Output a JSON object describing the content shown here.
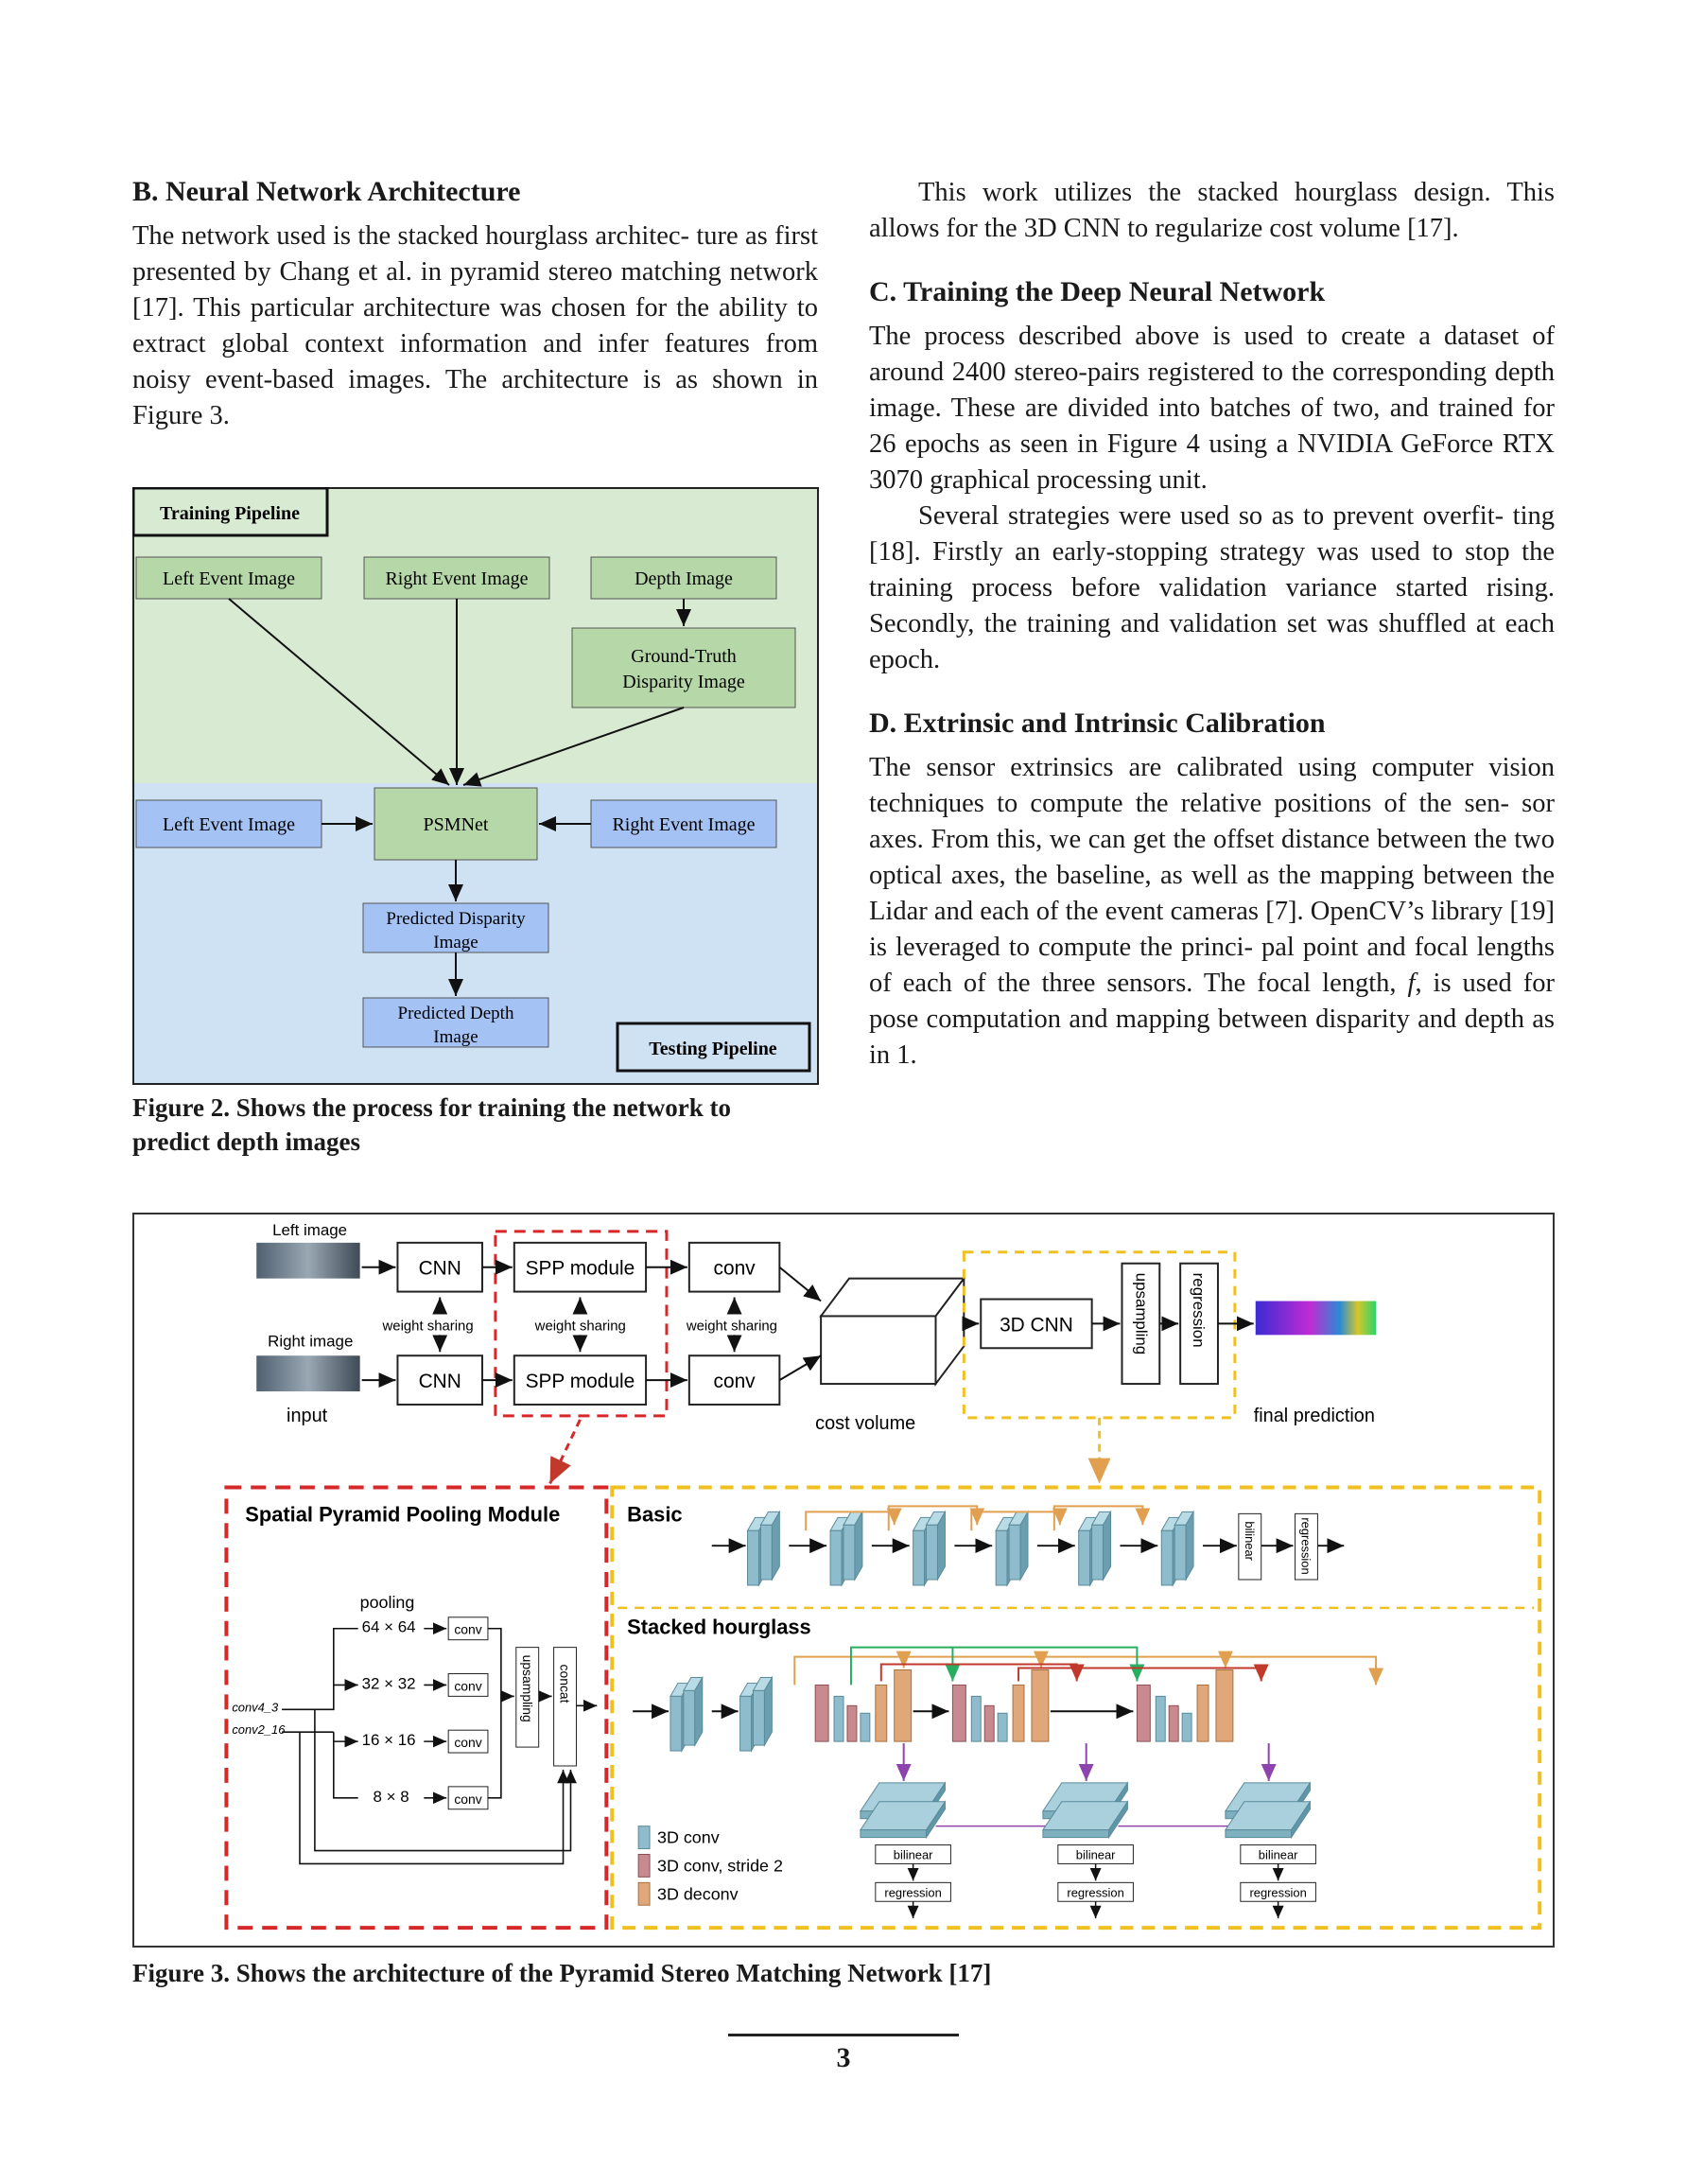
{
  "sections": {
    "b": {
      "heading": "B. Neural Network Architecture",
      "paragraph": "The network used is the stacked hourglass architec- ture as first presented by Chang et al. in pyramid stereo matching network [17]. This particular architecture was chosen for the ability to extract global context information and infer features from noisy event-based images. The architecture is as shown in Figure 3."
    },
    "right_intro": "This work utilizes the stacked hourglass design. This allows for the 3D CNN to regularize cost volume [17].",
    "c": {
      "heading": "C. Training the Deep Neural Network",
      "paragraph1": "The process described above is used to create a dataset of around 2400 stereo-pairs registered to the corresponding depth image. These are divided into batches of two, and trained for 26 epochs as seen in Figure 4 using a NVIDIA GeForce RTX 3070 graphical processing unit.",
      "paragraph2": "Several strategies were used so as to prevent overfit- ting [18]. Firstly an early-stopping strategy was used to stop the training process before validation variance started rising. Secondly, the training and validation set was shuffled at each epoch."
    },
    "d": {
      "heading": "D. Extrinsic and Intrinsic Calibration",
      "paragraph_before_f": "The sensor extrinsics are calibrated using computer vision techniques to compute the relative positions of the sen- sor axes. From this, we can get the offset distance between the two optical axes, the baseline, as well as the mapping between the Lidar and each of the event cameras [7]. OpenCV’s library [19] is leveraged to compute the princi- pal point and focal lengths of each of the three sensors. The focal length, ",
      "symbol": "f",
      "paragraph_after_f": ", is used for pose computation and mapping between disparity and depth as in 1."
    }
  },
  "figure2": {
    "training_label": "Training Pipeline",
    "testing_label": "Testing Pipeline",
    "left_event": "Left Event Image",
    "right_event": "Right Event Image",
    "depth": "Depth Image",
    "gt_line1": "Ground-Truth",
    "gt_line2": "Disparity Image",
    "psmnet": "PSMNet",
    "pred_disp_line1": "Predicted Disparity",
    "pred_disp_line2": "Image",
    "pred_depth_line1": "Predicted Depth",
    "pred_depth_line2": "Image",
    "caption": "Figure 2.  Shows the process for training the network to predict depth images",
    "colors": {
      "training_bg": "#d9ead3",
      "testing_bg": "#cfe2f3",
      "green_box": "#b6d7a8",
      "blue_box": "#a4c2f4"
    }
  },
  "figure3": {
    "left_image": "Left image",
    "right_image": "Right image",
    "input": "input",
    "cnn": "CNN",
    "spp": "SPP module",
    "conv": "conv",
    "weight_sharing": "weight sharing",
    "cost_volume": "cost volume",
    "cnn3d": "3D CNN",
    "upsampling": "upsampling",
    "regression": "regression",
    "final_prediction": "final prediction",
    "spp_title": "Spatial Pyramid Pooling Module",
    "pooling": "pooling",
    "pool_64": "64 × 64",
    "pool_32": "32 × 32",
    "pool_16": "16 × 16",
    "pool_8": "8 × 8",
    "conv4_3": "conv4_3",
    "conv2_16": "conv2_16",
    "concat": "concat",
    "basic": "Basic",
    "bilinear": "bilinear",
    "stacked_hourglass": "Stacked hourglass",
    "legend_3dconv": "3D conv",
    "legend_3dconv_stride": "3D conv, stride 2",
    "legend_3ddeconv": "3D deconv",
    "caption": "Figure 3.  Shows the architecture of the Pyramid Stereo Matching Network [17]",
    "colors": {
      "blue_block": "#8fbccc",
      "red_block": "#c98a8f",
      "orange_block": "#e0a87a",
      "red_dash": "#d62828",
      "yellow_dash": "#f0c020"
    }
  },
  "page_number": "3"
}
